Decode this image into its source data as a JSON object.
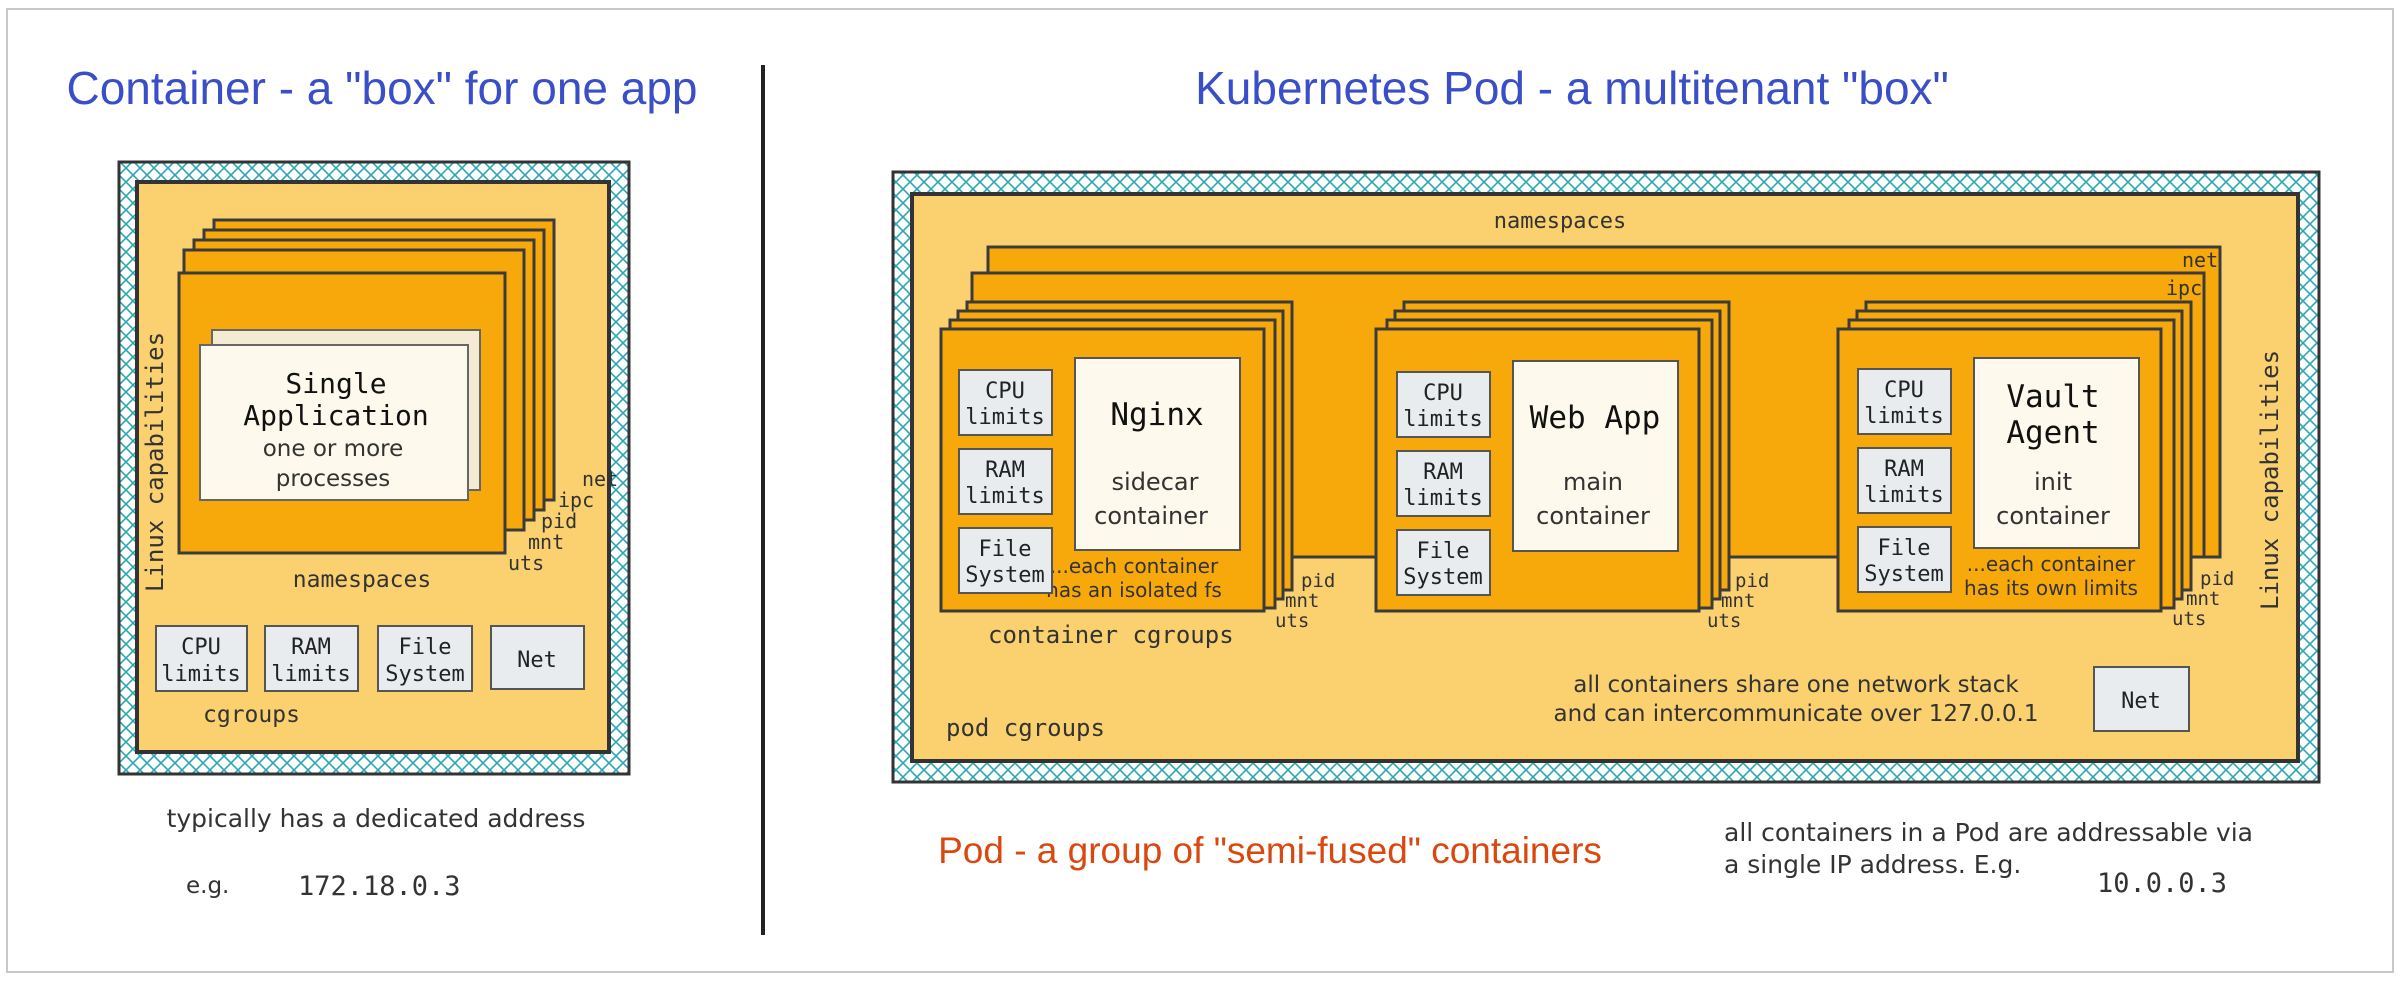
{
  "left_panel": {
    "title": "Container - a \"box\" for one app",
    "app_title_line1": "Single",
    "app_title_line2": "Application",
    "app_sub_line1": "one or more",
    "app_sub_line2": "processes",
    "linux_capabilities": "Linux capabilities",
    "ns_labels": [
      "net",
      "ipc",
      "pid",
      "mnt",
      "uts"
    ],
    "namespaces": "namespaces",
    "cgroup_boxes": [
      {
        "line1": "CPU",
        "line2": "limits"
      },
      {
        "line1": "RAM",
        "line2": "limits"
      },
      {
        "line1": "File",
        "line2": "System"
      }
    ],
    "net": "Net",
    "cgroups": "cgroups",
    "footer_text": "typically has a dedicated address",
    "eg": "e.g.",
    "address": "172.18.0.3"
  },
  "right_panel": {
    "title": "Kubernetes Pod - a multitenant \"box\"",
    "namespaces": "namespaces",
    "ns_net": "net",
    "ns_ipc": "ipc",
    "linux_capabilities": "Linux capabilities",
    "containers": [
      {
        "name_line1": "Nginx",
        "name_line2": "",
        "sub_line1": "sidecar",
        "sub_line2": "container",
        "note_line1": "...each container",
        "note_line2": "has an isolated fs",
        "ns_labels": [
          "pid",
          "mnt",
          "uts"
        ]
      },
      {
        "name_line1": "Web App",
        "name_line2": "",
        "sub_line1": "main",
        "sub_line2": "container",
        "note_line1": "",
        "note_line2": "",
        "ns_labels": [
          "pid",
          "mnt",
          "uts"
        ]
      },
      {
        "name_line1": "Vault",
        "name_line2": "Agent",
        "sub_line1": "init",
        "sub_line2": "container",
        "note_line1": "...each container",
        "note_line2": "has its own limits",
        "ns_labels": [
          "pid",
          "mnt",
          "uts"
        ]
      }
    ],
    "resource_boxes": [
      {
        "line1": "CPU",
        "line2": "limits"
      },
      {
        "line1": "RAM",
        "line2": "limits"
      },
      {
        "line1": "File",
        "line2": "System"
      }
    ],
    "container_cgroups": "container cgroups",
    "pod_cgroups": "pod cgroups",
    "share_line1": "all containers share one network stack",
    "share_line2": "and can intercommunicate over 127.0.0.1",
    "net": "Net",
    "pod_caption": "Pod - a group of \"semi-fused\" containers",
    "addr_line1": "all containers in a Pod are addressable via",
    "addr_line2": "a single IP address. E.g.",
    "address": "10.0.0.3"
  },
  "colors": {
    "title_blue": "#3a4fc7",
    "caption_red": "#d9480f",
    "orange": "#f7a90b",
    "light_orange": "#fbd170",
    "hatch_teal": "#2aa7b5",
    "paper": "#fdf9ec",
    "box_gray": "#e8ecef",
    "stroke": "#3b3b3b"
  }
}
